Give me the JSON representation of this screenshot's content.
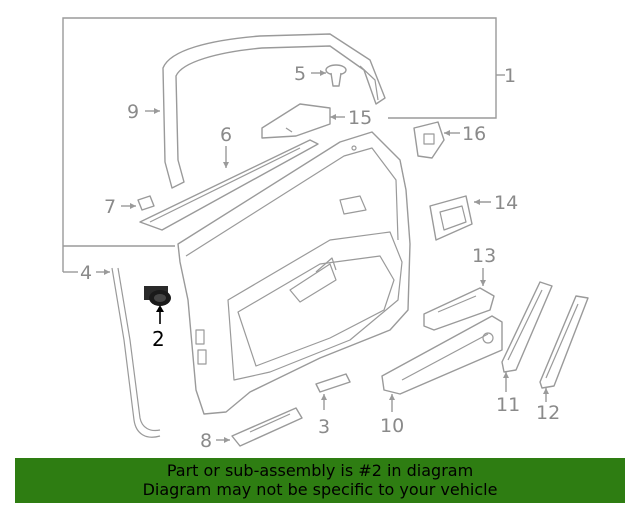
{
  "callouts": {
    "c1": "1",
    "c2": "2",
    "c3": "3",
    "c4": "4",
    "c5": "5",
    "c6": "6",
    "c7": "7",
    "c8": "8",
    "c9": "9",
    "c10": "10",
    "c11": "11",
    "c12": "12",
    "c13": "13",
    "c14": "14",
    "c15": "15",
    "c16": "16"
  },
  "highlighted_part": "2",
  "banner": {
    "line1": "Part or sub-assembly is #2 in diagram",
    "line2": "Diagram may not be specific to your vehicle",
    "background": "#2e7d12"
  },
  "colors": {
    "line": "#9a9a9a",
    "label": "#8a8a8a",
    "highlight": "#000000"
  }
}
